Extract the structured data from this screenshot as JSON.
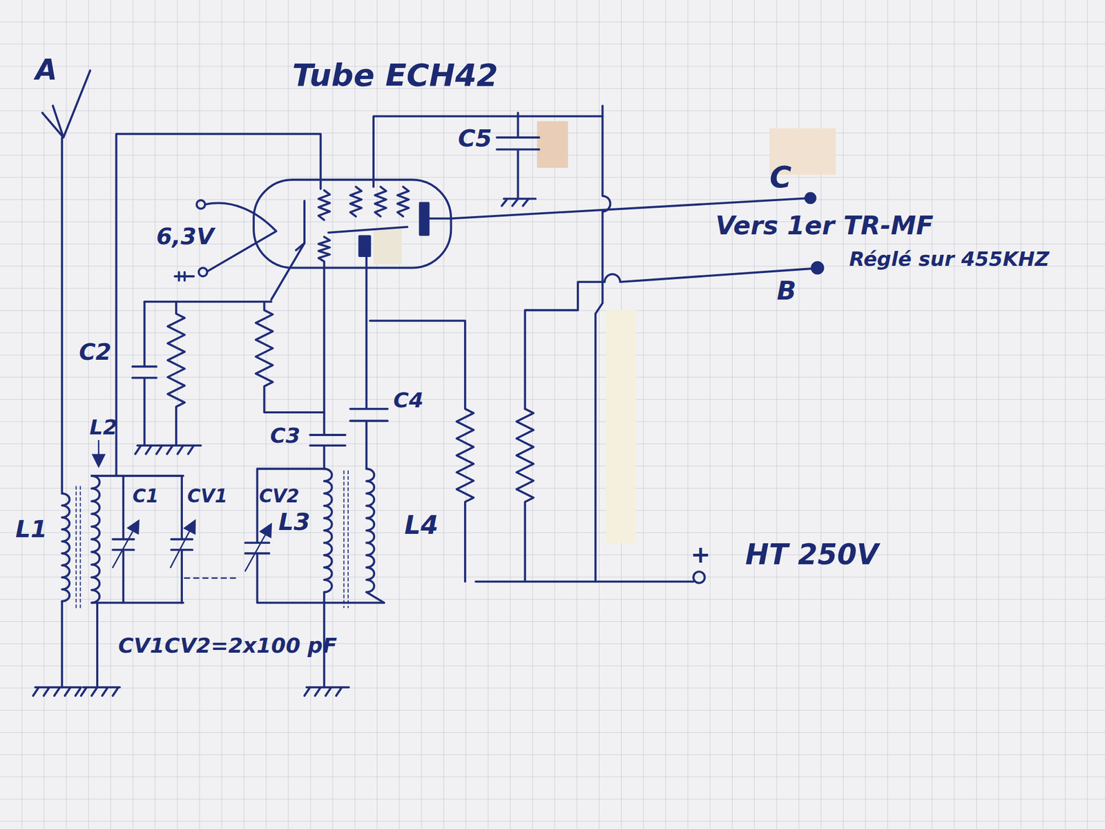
{
  "diagram": {
    "labels": [
      "A",
      "Tube ECH42",
      "C5",
      "C",
      "6,3V",
      "Vers 1er TR-MF",
      "Réglé sur 455KHZ",
      "B",
      "C2",
      "L2",
      "C4",
      "C3",
      "L1",
      "C1",
      "CV1",
      "CV2",
      "L3",
      "L4",
      "+",
      "HT 250V",
      "CV1CV2=2x100 pF"
    ]
  }
}
